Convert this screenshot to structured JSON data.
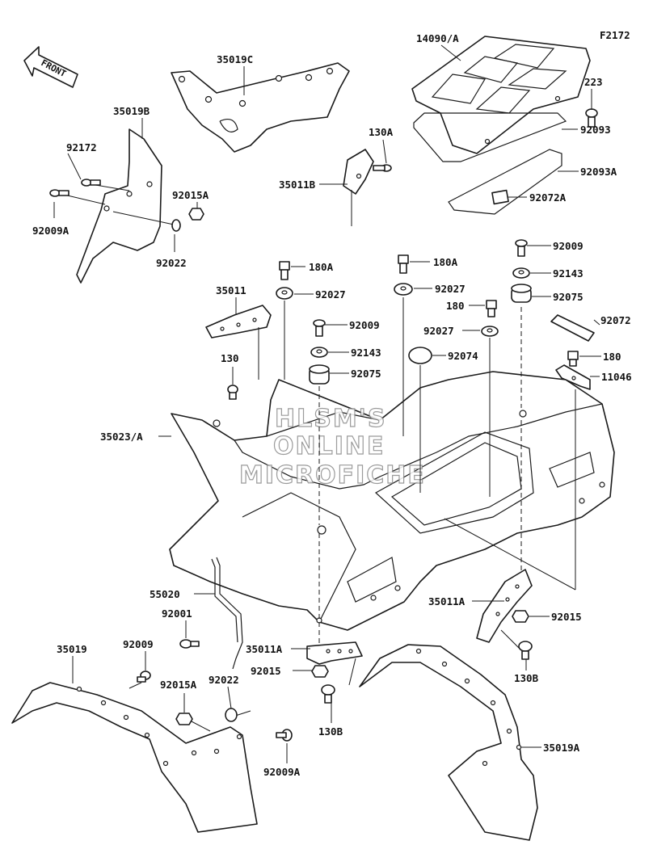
{
  "figure_code": "F2172",
  "front_arrow": "FRONT",
  "watermark": [
    "HLSM'S",
    "ONLINE",
    "MICROFICHE"
  ],
  "labels": {
    "p14090A": "14090/A",
    "p223": "223",
    "p92093": "92093",
    "p92093A": "92093A",
    "p92072A": "92072A",
    "p35019C": "35019C",
    "p35019B": "35019B",
    "p92172": "92172",
    "p92009A_top": "92009A",
    "p92015A_top": "92015A",
    "p92022_top": "92022",
    "p130A": "130A",
    "p35011B": "35011B",
    "p180A_1": "180A",
    "p92027_1": "92027",
    "p180A_2": "180A",
    "p92027_2": "92027",
    "p92009_r": "92009",
    "p92143_r": "92143",
    "p92075_r": "92075",
    "p180_mid": "180",
    "p92027_3": "92027",
    "p92072": "92072",
    "p180_r": "180",
    "p11046": "11046",
    "p35011": "35011",
    "p130": "130",
    "p92009_c": "92009",
    "p92143_c": "92143",
    "p92075_c": "92075",
    "p92074": "92074",
    "p35023A": "35023/A",
    "p55020": "55020",
    "p92001": "92001",
    "p35011A_r": "35011A",
    "p92015_r": "92015",
    "p130B_r": "130B",
    "p35019": "35019",
    "p92009_l": "92009",
    "p92015A_l": "92015A",
    "p92022_l": "92022",
    "p35011A_c": "35011A",
    "p92015_c": "92015",
    "p130B_c": "130B",
    "p92009A_l": "92009A",
    "p35019A": "35019A"
  }
}
